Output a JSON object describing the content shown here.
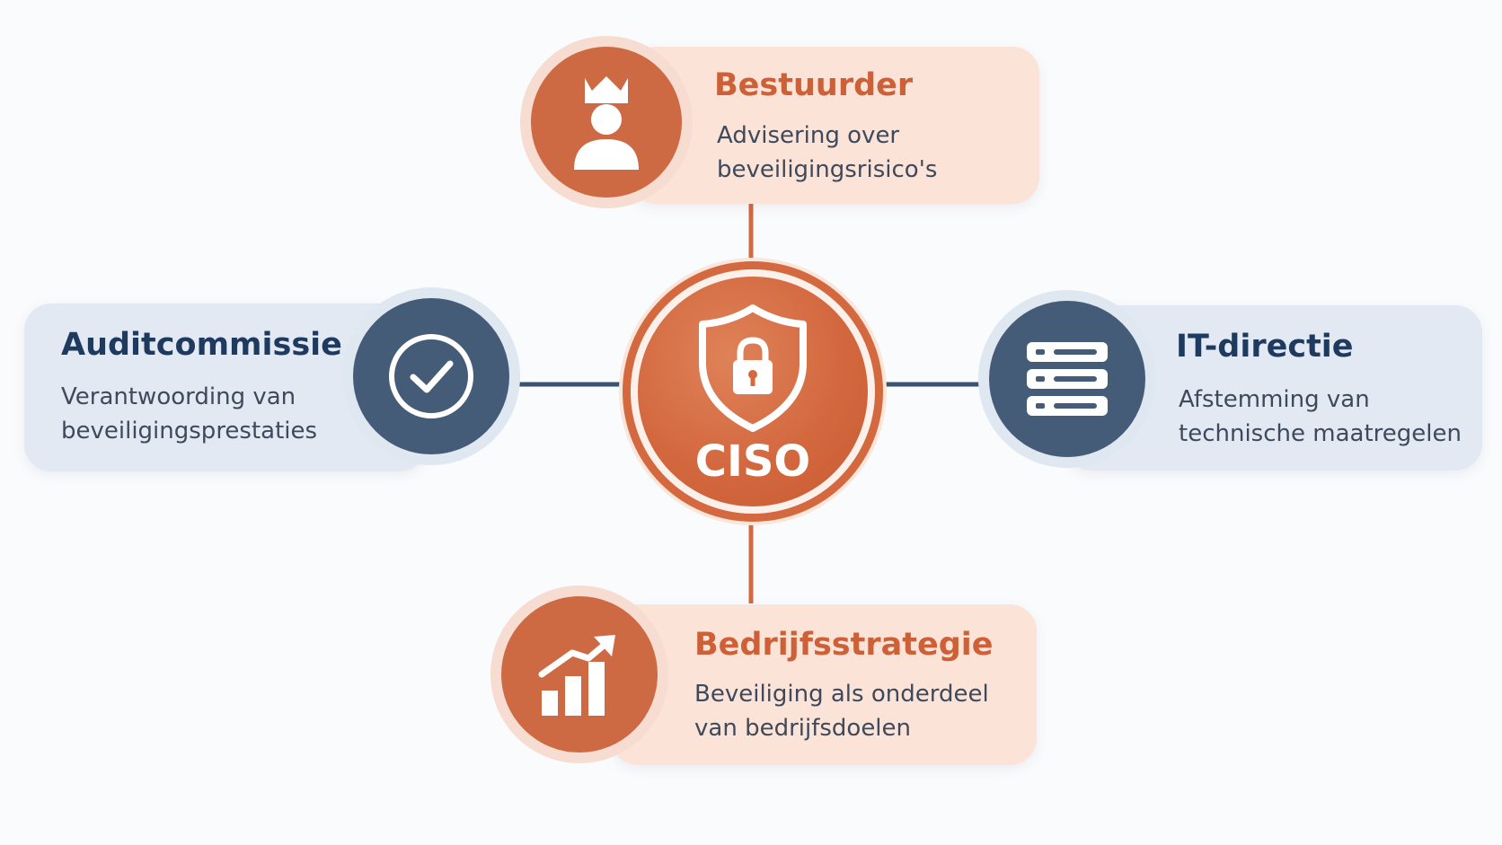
{
  "center": {
    "label": "CISO",
    "icon": "shield-lock-icon"
  },
  "nodes": {
    "top": {
      "title": "Bestuurder",
      "desc_line1": "Advisering over",
      "desc_line2": "beveiligingsrisico's",
      "icon": "crowned-person-icon"
    },
    "left": {
      "title": "Auditcommissie",
      "desc_line1": "Verantwoording van",
      "desc_line2": "beveiligingsprestaties",
      "icon": "checkmark-circle-icon"
    },
    "right": {
      "title": "IT-directie",
      "desc_line1": "Afstemming van",
      "desc_line2": "technische maatregelen",
      "icon": "server-rack-icon"
    },
    "bottom": {
      "title": "Bedrijfsstrategie",
      "desc_line1": "Beveiliging als onderdeel",
      "desc_line2": "van bedrijfsdoelen",
      "icon": "growth-chart-icon"
    }
  },
  "colors": {
    "accent_orange": "#cd6037",
    "accent_navy": "#1f3a5f",
    "card_orange": "#fbe3d8",
    "card_blue": "#e2e9f2",
    "connector_orange": "#d4683f",
    "connector_navy": "#3b5270"
  }
}
